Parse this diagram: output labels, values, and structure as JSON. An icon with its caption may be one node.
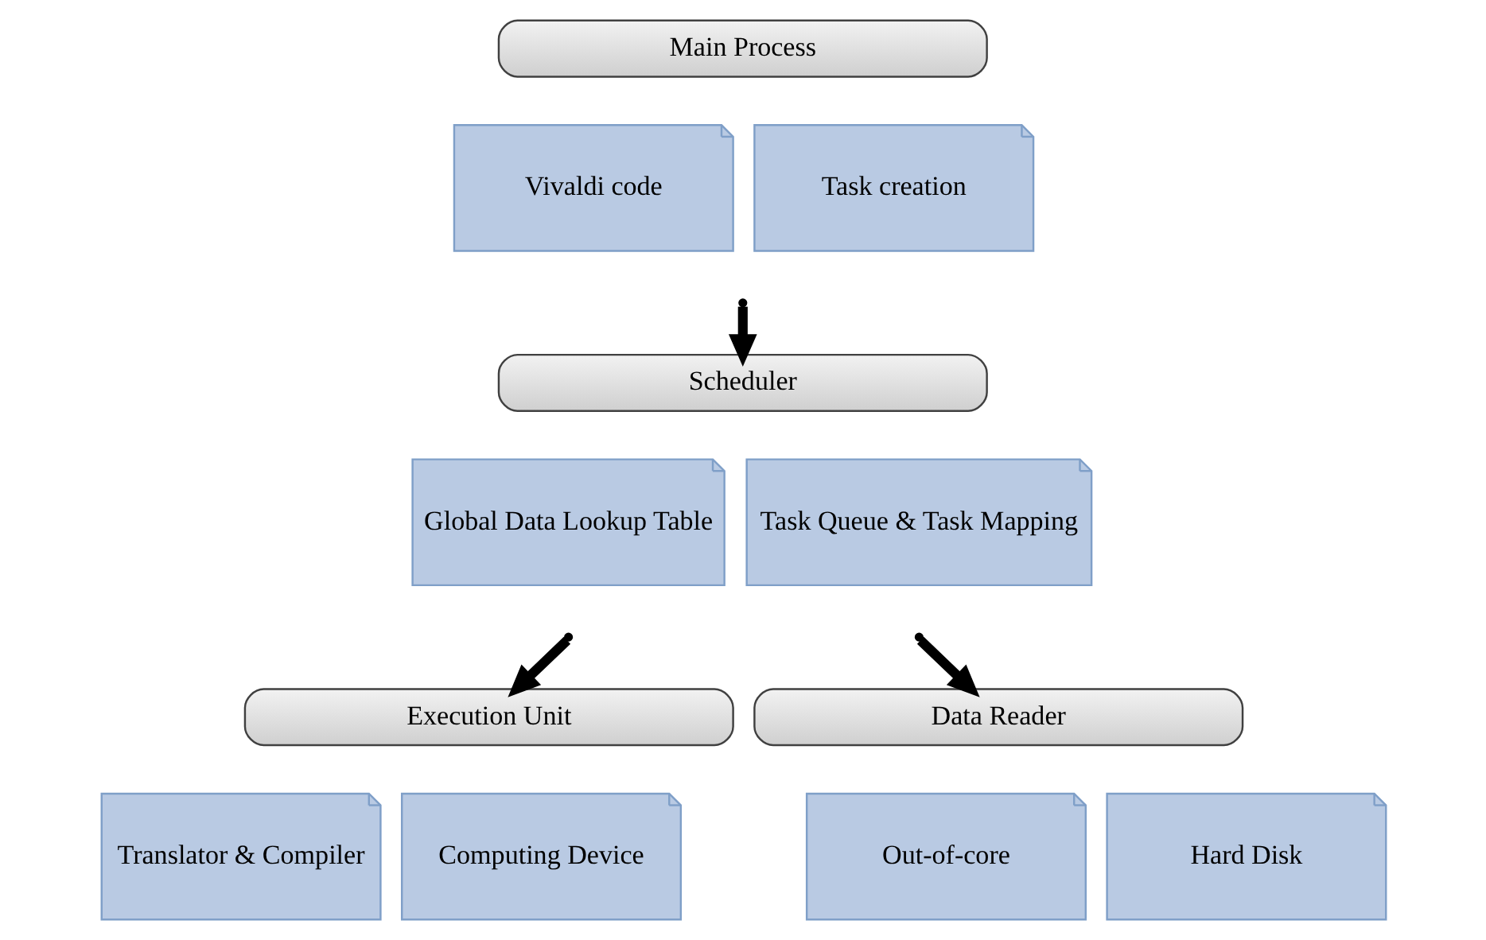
{
  "diagram": {
    "nodes": [
      {
        "text": [
          "Main Process"
        ]
      },
      {
        "text": [
          "Vivaldi code"
        ]
      },
      {
        "text": [
          "Task creation"
        ]
      },
      {
        "text": [
          "Scheduler"
        ]
      },
      {
        "text": [
          "Global Data Lookup Table"
        ]
      },
      {
        "text": [
          "Task Queue & Task Mapping"
        ]
      },
      {
        "text": [
          "Execution Unit"
        ]
      },
      {
        "text": [
          "Translator & Compiler"
        ]
      },
      {
        "text": [
          "Computing Device"
        ]
      },
      {
        "text": [
          "Data Reader"
        ]
      },
      {
        "text": [
          "Out-of-core"
        ]
      },
      {
        "text": [
          "Hard Disk"
        ]
      }
    ],
    "edges": [
      {
        "from": null,
        "to": 3,
        "arrow": "to"
      },
      {
        "from": null,
        "to": 6,
        "arrow": "to"
      },
      {
        "from": null,
        "to": 9,
        "arrow": "to"
      }
    ]
  }
}
